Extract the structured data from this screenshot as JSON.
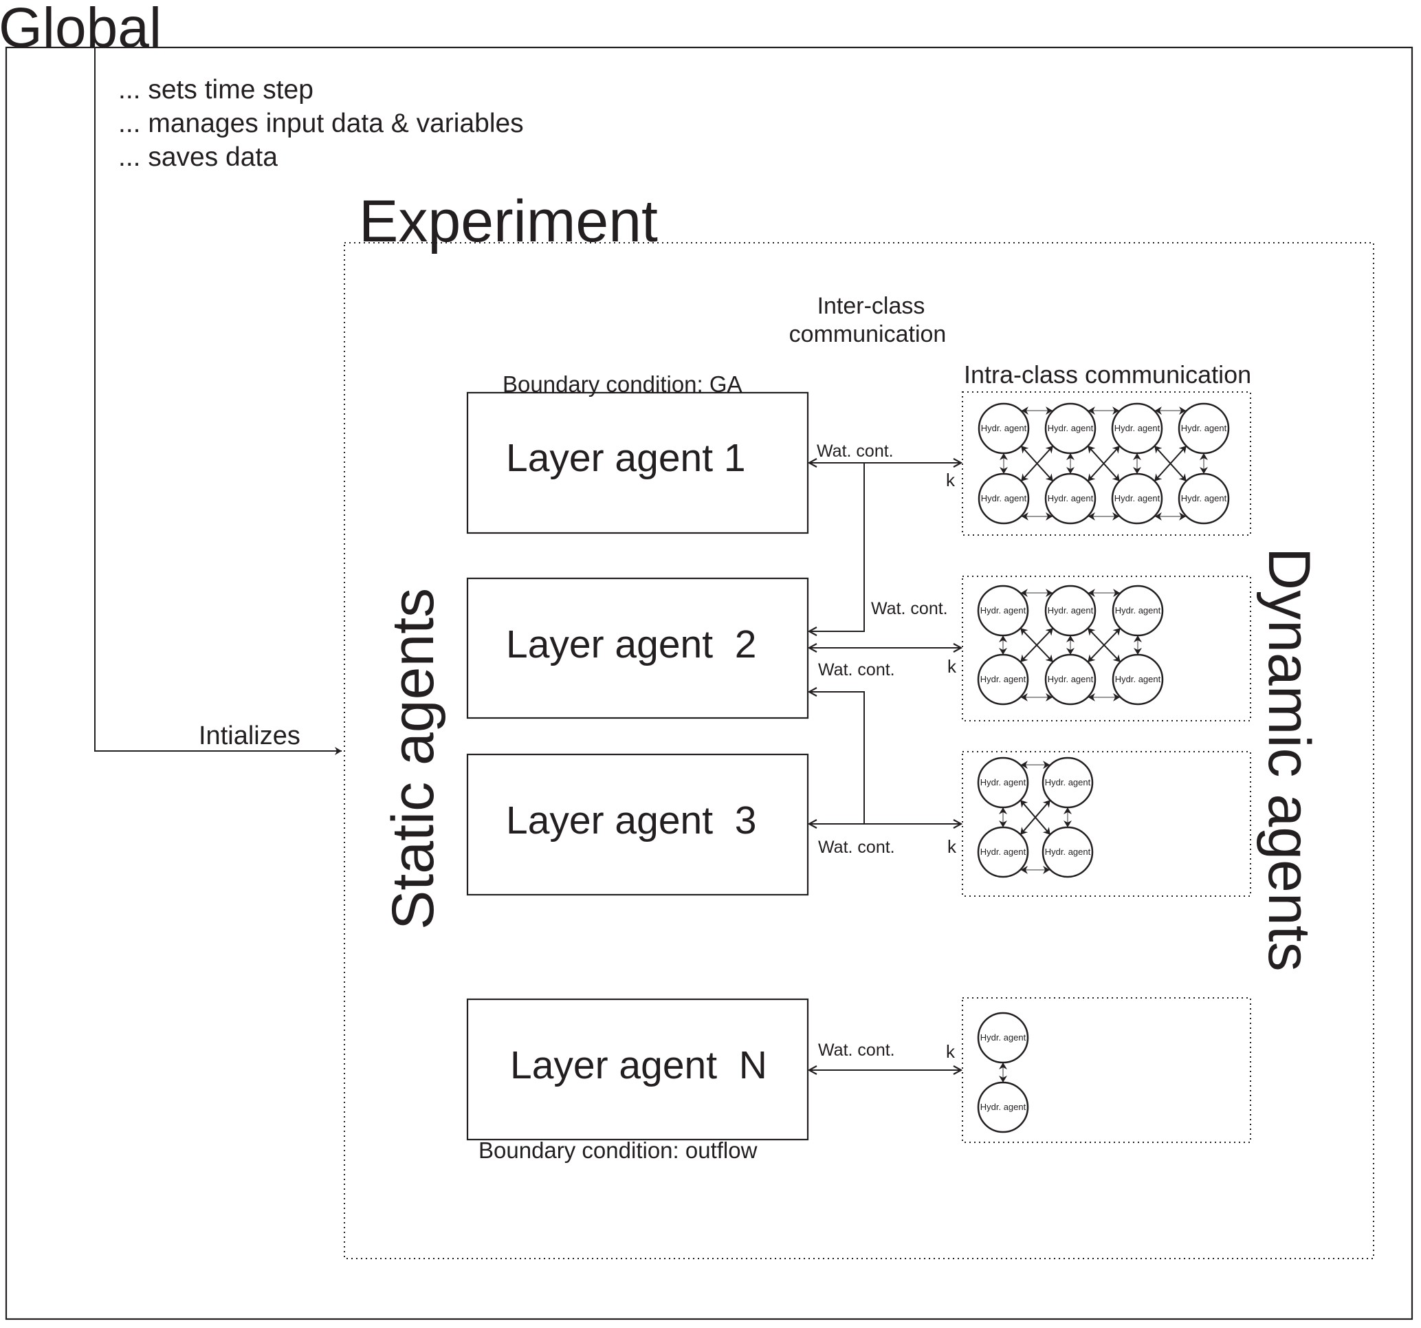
{
  "global": {
    "title": "Global",
    "bullets": [
      "... sets time step",
      "... manages input data & variables",
      "... saves data"
    ],
    "init_label": "Intializes"
  },
  "experiment": {
    "title": "Experiment",
    "inter_class_label": [
      "Inter-class",
      "communication"
    ],
    "intra_class_label": "Intra-class communication",
    "static_label": "Static agents",
    "dynamic_label": "Dynamic agents",
    "boundary_top": "Boundary  condition: GA",
    "boundary_bottom": "Boundary condition: outflow",
    "layers": [
      {
        "label": "Layer agent 1",
        "flux_label": "Wat. cont.",
        "k_label": "k",
        "hydr_cols": 4
      },
      {
        "label": "Layer agent  2",
        "flux_label": "Wat. cont.",
        "k_label": "k",
        "hydr_cols": 3
      },
      {
        "label": "Layer agent  3",
        "flux_label": "Wat. cont.",
        "k_label": "k",
        "hydr_cols": 2
      },
      {
        "label": "Layer agent  N",
        "flux_label": "Wat. cont.",
        "k_label": "k",
        "hydr_cols": 1
      }
    ],
    "between_label": "Wat. cont.",
    "hydr_agent_label": "Hydr. agent"
  }
}
